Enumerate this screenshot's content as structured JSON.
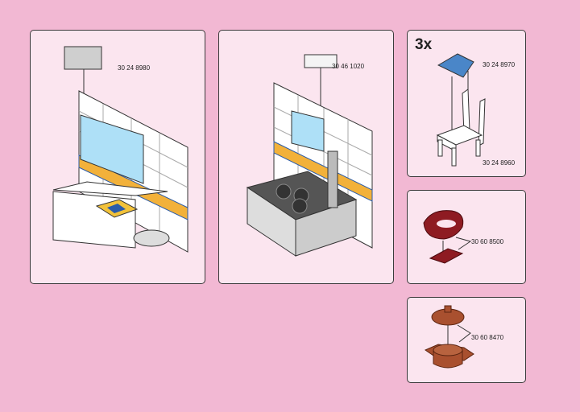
{
  "panels": [
    {
      "parts": [
        "30 24 8980"
      ]
    },
    {
      "parts": [
        "30 46 1020"
      ]
    },
    {
      "multiplier": "3x",
      "parts": [
        "30 24 8970",
        "30 24 8960"
      ]
    },
    {
      "parts": [
        "30 60 8500"
      ]
    },
    {
      "parts": [
        "30 60 8470"
      ]
    }
  ],
  "colors": {
    "background": "#f2b8d3",
    "panel": "#fbe5ef",
    "blue_part": "#4a86c8",
    "red_part": "#8e1b22",
    "brown_part": "#a9502f"
  }
}
